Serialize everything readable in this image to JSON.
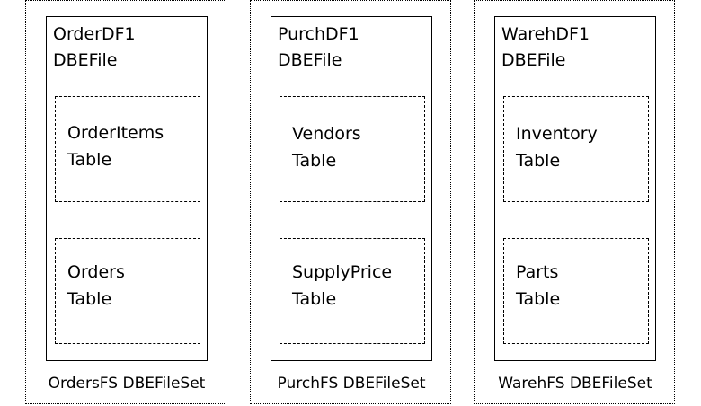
{
  "filesets": [
    {
      "label": "OrdersFS DBEFileSet",
      "file": {
        "name": "OrderDF1",
        "type": "DBEFile"
      },
      "tables": [
        {
          "name": "OrderItems",
          "kind": "Table"
        },
        {
          "name": "Orders",
          "kind": "Table"
        }
      ]
    },
    {
      "label": "PurchFS DBEFileSet",
      "file": {
        "name": "PurchDF1",
        "type": "DBEFile"
      },
      "tables": [
        {
          "name": "Vendors",
          "kind": "Table"
        },
        {
          "name": "SupplyPrice",
          "kind": "Table"
        }
      ]
    },
    {
      "label": "WarehFS DBEFileSet",
      "file": {
        "name": "WarehDF1",
        "type": "DBEFile"
      },
      "tables": [
        {
          "name": "Inventory",
          "kind": "Table"
        },
        {
          "name": "Parts",
          "kind": "Table"
        }
      ]
    }
  ]
}
